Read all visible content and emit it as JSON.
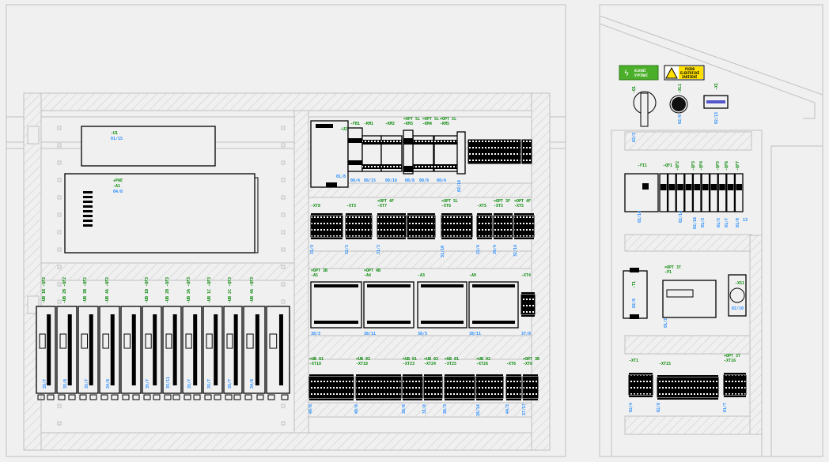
{
  "colors": {
    "background": "#f0f0f0",
    "frame": "#c0c0c0",
    "device": "#000000",
    "designation": "#0a8a0a",
    "reference": "#1e88ff",
    "sign_green": "#4caf2a",
    "sign_yellow": "#ffe000"
  },
  "signs": {
    "main_switch": {
      "icon": "lightning-icon",
      "line1": "HLAVNÍ",
      "line2": "VYPÍNAČ"
    },
    "warning": {
      "icon": "warning-triangle-icon",
      "line1": "POZOR",
      "line2": "ELEKTRICKÉ",
      "line3": "ZAŘÍZENÍ"
    }
  },
  "labels": [
    {
      "text": "-U1",
      "kind": "g"
    },
    {
      "text": "01/15",
      "kind": "b"
    },
    {
      "text": "+PAE",
      "kind": "g"
    },
    {
      "text": "-A1",
      "kind": "g"
    },
    {
      "text": "04/8",
      "kind": "b"
    },
    {
      "text": "-UB 1B -QF2",
      "kind": "g"
    },
    {
      "text": "-UB 2B -QF2",
      "kind": "g"
    },
    {
      "text": "-UB 3B -QF2",
      "kind": "g"
    },
    {
      "text": "-UB 4A -QF2",
      "kind": "g"
    },
    {
      "text": "-UB 1B -QF3",
      "kind": "g"
    },
    {
      "text": "-UB 2B -QF3",
      "kind": "g"
    },
    {
      "text": "-UB 3A -QF3",
      "kind": "g"
    },
    {
      "text": "-UB 1C -QF3",
      "kind": "g"
    },
    {
      "text": "-UB 2C -QF3",
      "kind": "g"
    },
    {
      "text": "-UB 4A -QF3",
      "kind": "g"
    },
    {
      "text": "35/7",
      "kind": "b"
    },
    {
      "text": "35/8",
      "kind": "b"
    },
    {
      "text": "35/7",
      "kind": "b"
    },
    {
      "text": "34/8",
      "kind": "b"
    },
    {
      "text": "35/7",
      "kind": "b"
    },
    {
      "text": "35/11",
      "kind": "b"
    },
    {
      "text": "35/7",
      "kind": "b"
    },
    {
      "text": "35/7",
      "kind": "b"
    },
    {
      "text": "35/7",
      "kind": "b"
    },
    {
      "text": "34/8",
      "kind": "b"
    },
    {
      "text": "-U2",
      "kind": "g"
    },
    {
      "text": "01/8",
      "kind": "b"
    },
    {
      "text": "-FB1",
      "kind": "g"
    },
    {
      "text": "-KM1",
      "kind": "g"
    },
    {
      "text": "-KM2",
      "kind": "g"
    },
    {
      "text": "=OPT 5L -KM3",
      "kind": "g"
    },
    {
      "text": "=OPT 5L -KM4",
      "kind": "g"
    },
    {
      "text": "=OPT 5L -KM5",
      "kind": "g"
    },
    {
      "text": "08/4",
      "kind": "b"
    },
    {
      "text": "08/15",
      "kind": "b"
    },
    {
      "text": "08/16",
      "kind": "b"
    },
    {
      "text": "08/8",
      "kind": "b"
    },
    {
      "text": "08/9",
      "kind": "b"
    },
    {
      "text": "08/4",
      "kind": "b"
    },
    {
      "text": "02/14",
      "kind": "b"
    },
    {
      "text": "-XT8",
      "kind": "g"
    },
    {
      "text": "-XT3",
      "kind": "g"
    },
    {
      "text": "=OPT 4F -XT7",
      "kind": "g"
    },
    {
      "text": "=OPT 5L -XT6",
      "kind": "g"
    },
    {
      "text": "-XT5",
      "kind": "g"
    },
    {
      "text": "=OPT 3F -XT5",
      "kind": "g"
    },
    {
      "text": "=OPT 4F -XT5",
      "kind": "g"
    },
    {
      "text": "31/4",
      "kind": "b"
    },
    {
      "text": "32/3",
      "kind": "b"
    },
    {
      "text": "31/3",
      "kind": "b"
    },
    {
      "text": "31/10",
      "kind": "b"
    },
    {
      "text": "32/4",
      "kind": "b"
    },
    {
      "text": "36/4",
      "kind": "b"
    },
    {
      "text": "32/14",
      "kind": "b"
    },
    {
      "text": "=OPT 3B -A5",
      "kind": "g"
    },
    {
      "text": "=OPT 4B -A4",
      "kind": "g"
    },
    {
      "text": "-A3",
      "kind": "g"
    },
    {
      "text": "-A9",
      "kind": "g"
    },
    {
      "text": "-XT4",
      "kind": "g"
    },
    {
      "text": "38/3",
      "kind": "b"
    },
    {
      "text": "38/11",
      "kind": "b"
    },
    {
      "text": "38/3",
      "kind": "b"
    },
    {
      "text": "38/11",
      "kind": "b"
    },
    {
      "text": "37/8",
      "kind": "b"
    },
    {
      "text": "=UB 01 -XT18",
      "kind": "g"
    },
    {
      "text": "=UB 02 -XT18",
      "kind": "g"
    },
    {
      "text": "=UB 01 -XT23",
      "kind": "g"
    },
    {
      "text": "=UB 02 -XT24",
      "kind": "g"
    },
    {
      "text": "=UB 01 -XT25",
      "kind": "g"
    },
    {
      "text": "=UB 02 -XT26",
      "kind": "g"
    },
    {
      "text": "-XT6",
      "kind": "g"
    },
    {
      "text": "=OPT 3B -XT6",
      "kind": "g"
    },
    {
      "text": "48/8",
      "kind": "b"
    },
    {
      "text": "48/8",
      "kind": "b"
    },
    {
      "text": "36/8",
      "kind": "b"
    },
    {
      "text": "31/8",
      "kind": "b"
    },
    {
      "text": "36/3",
      "kind": "b"
    },
    {
      "text": "36/14",
      "kind": "b"
    },
    {
      "text": "44/3",
      "kind": "b"
    },
    {
      "text": "37/17",
      "kind": "b"
    },
    {
      "text": "-Q1",
      "kind": "g"
    },
    {
      "text": "-XL1",
      "kind": "g"
    },
    {
      "text": "-X1",
      "kind": "g"
    },
    {
      "text": "02/3",
      "kind": "b"
    },
    {
      "text": "02/6",
      "kind": "b"
    },
    {
      "text": "02/13",
      "kind": "b"
    },
    {
      "text": "-FI1",
      "kind": "g"
    },
    {
      "text": "-QF1",
      "kind": "g"
    },
    {
      "text": "-QF2",
      "kind": "g"
    },
    {
      "text": "-QF3",
      "kind": "g"
    },
    {
      "text": "-QF4",
      "kind": "g"
    },
    {
      "text": "-QF5",
      "kind": "g"
    },
    {
      "text": "-QF6",
      "kind": "g"
    },
    {
      "text": "-QF7",
      "kind": "g"
    },
    {
      "text": "02/14",
      "kind": "b"
    },
    {
      "text": "02/14",
      "kind": "b"
    },
    {
      "text": "02/16",
      "kind": "b"
    },
    {
      "text": "01/3",
      "kind": "b"
    },
    {
      "text": "01/5",
      "kind": "b"
    },
    {
      "text": "01/7",
      "kind": "b"
    },
    {
      "text": "01/9",
      "kind": "b"
    },
    {
      "text": "13",
      "kind": "b"
    },
    {
      "text": "-T1",
      "kind": "g"
    },
    {
      "text": "02/8",
      "kind": "b"
    },
    {
      "text": "=OPT 3T -P1",
      "kind": "g"
    },
    {
      "text": "01/3",
      "kind": "b"
    },
    {
      "text": "-XS1",
      "kind": "g"
    },
    {
      "text": "02/10",
      "kind": "b"
    },
    {
      "text": "-XT1",
      "kind": "g"
    },
    {
      "text": "-XT15",
      "kind": "g"
    },
    {
      "text": "=OPT 3T -XT16",
      "kind": "g"
    },
    {
      "text": "02/4",
      "kind": "b"
    },
    {
      "text": "02/8",
      "kind": "b"
    },
    {
      "text": "01/7",
      "kind": "b"
    }
  ]
}
